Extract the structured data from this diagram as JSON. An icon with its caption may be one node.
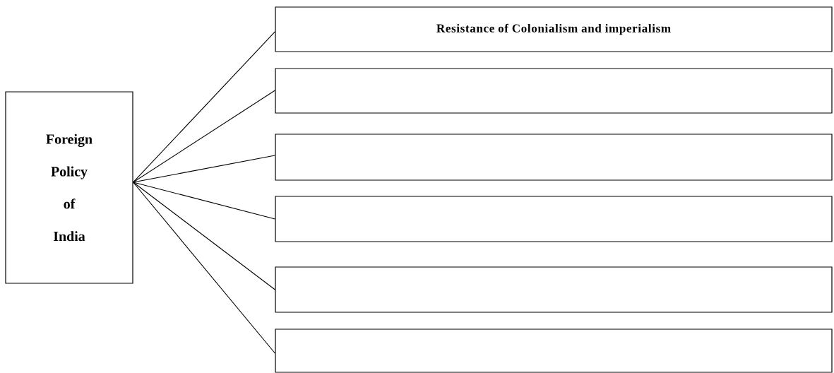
{
  "diagram": {
    "nodes": [
      {
        "text": [
          "Foreign Policy of India"
        ]
      },
      {
        "text": [
          "Resistance of Colonialism and imperialism"
        ]
      },
      {
        "text": [],
        "shape": "box"
      },
      {
        "text": [],
        "shape": "box"
      },
      {
        "text": [],
        "shape": "box"
      },
      {
        "text": [],
        "shape": "box"
      },
      {
        "text": [],
        "shape": "box"
      }
    ],
    "edges": [
      {
        "from": 0,
        "to": 1,
        "arrow": "none"
      },
      {
        "from": 0,
        "to": 2,
        "arrow": "none"
      },
      {
        "from": 0,
        "to": 3,
        "arrow": "none"
      },
      {
        "from": 0,
        "to": 4,
        "arrow": "none"
      },
      {
        "from": 0,
        "to": 5,
        "arrow": "none"
      },
      {
        "from": 0,
        "to": 6,
        "arrow": "none"
      }
    ]
  }
}
